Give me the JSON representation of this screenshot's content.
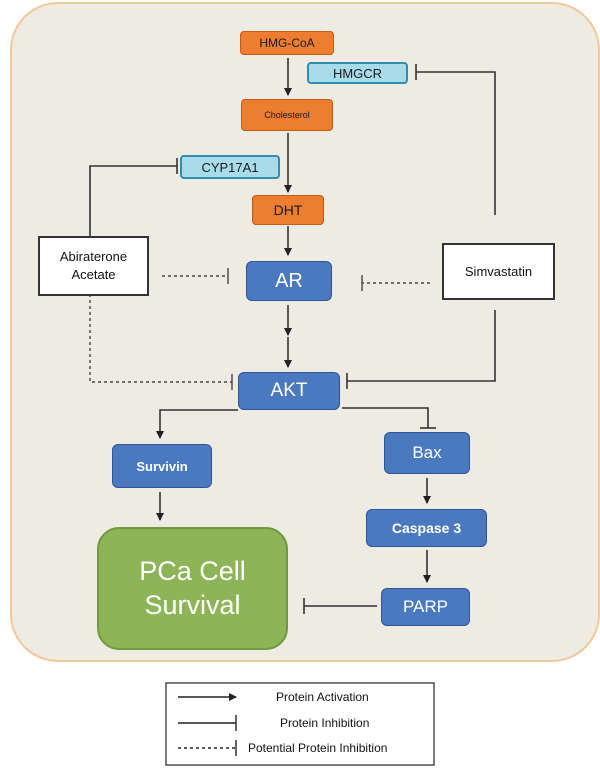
{
  "nodes": {
    "hmgcoa": "HMG-CoA",
    "hmgcr": "HMGCR",
    "cholesterol": "Cholesterol",
    "cyp17a1": "CYP17A1",
    "dht": "DHT",
    "abiraterone_line1": "Abiraterone",
    "abiraterone_line2": "Acetate",
    "simvastatin": "Simvastatin",
    "ar": "AR",
    "akt": "AKT",
    "survivin": "Survivin",
    "bax": "Bax",
    "caspase3": "Caspase 3",
    "parp": "PARP",
    "pca_line1": "PCa Cell",
    "pca_line2": "Survival"
  },
  "legend": {
    "activation": "Protein Activation",
    "inhibition": "Protein Inhibition",
    "potential": "Potential Protein Inhibition"
  },
  "colors": {
    "panel_bg": "#eeebe2",
    "panel_border": "#f3c79a",
    "orange": "#ed7d31",
    "teal": "#a9dcea",
    "blue": "#4a79bf",
    "green": "#8db456"
  }
}
